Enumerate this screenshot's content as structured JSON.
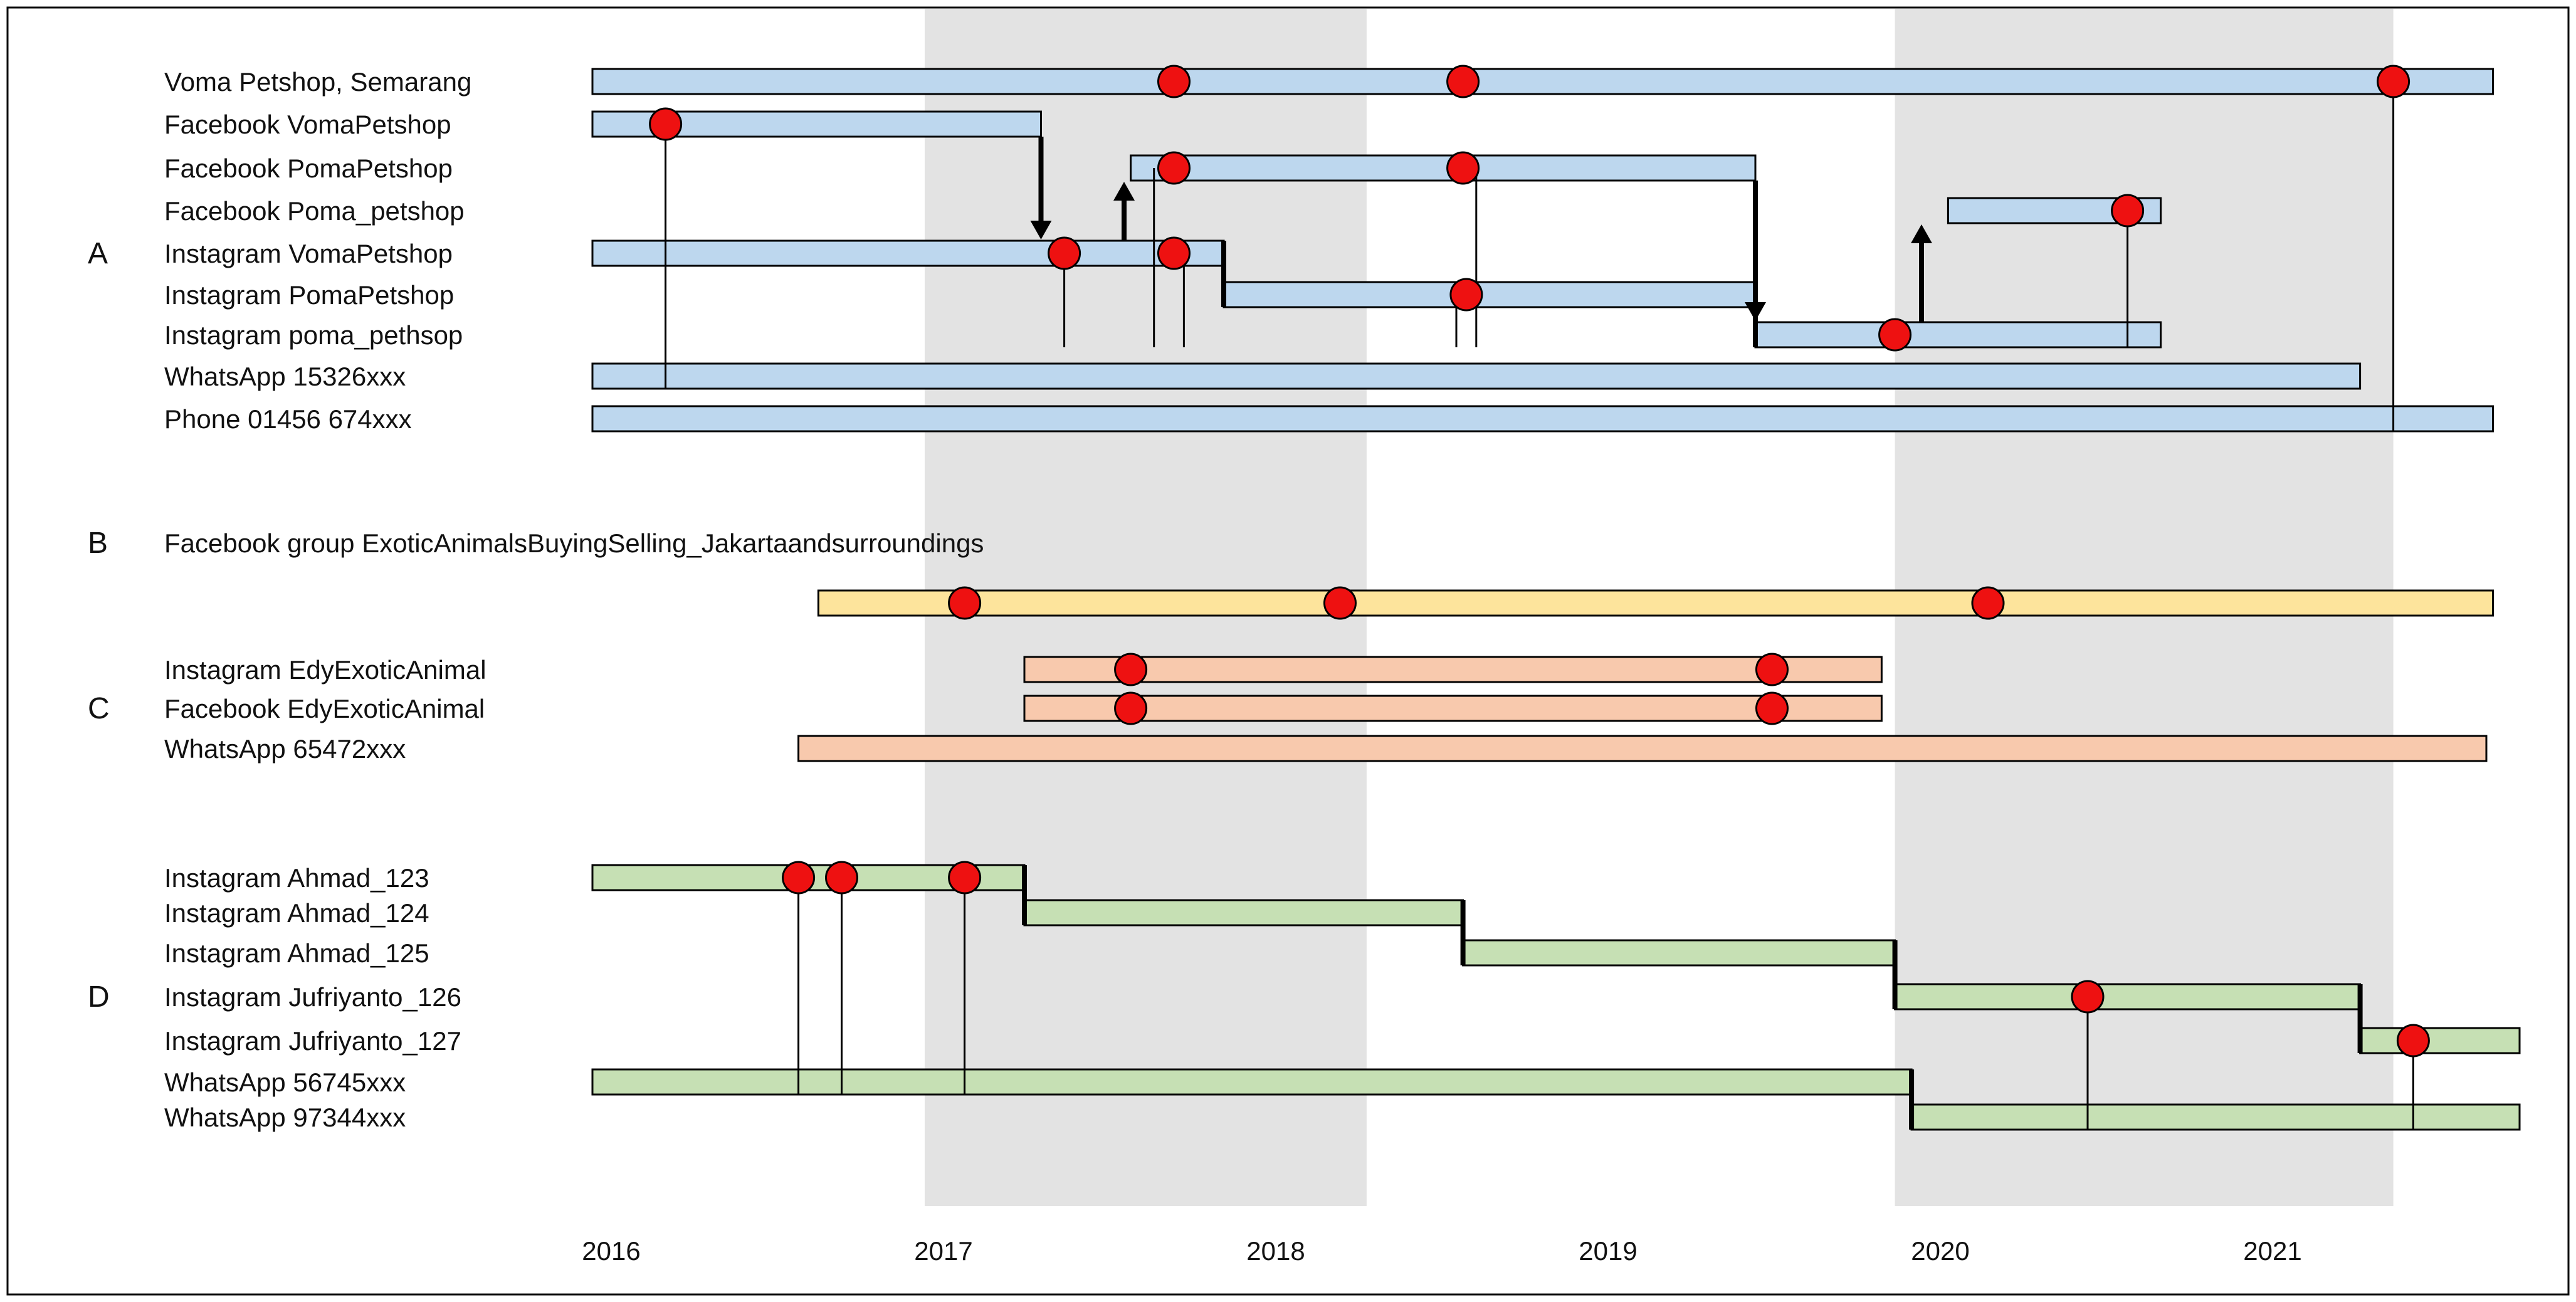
{
  "palette": {
    "group_A": "#bdd7ee",
    "group_B": "#fde49c",
    "group_C": "#f8c9ad",
    "group_D": "#c6e0b4",
    "marker": "#ee1111",
    "band": "#e3e3e3",
    "line": "#000000"
  },
  "axis": {
    "start": 2016.0,
    "end": 2021.8,
    "ticks": [
      "2016",
      "2017",
      "2018",
      "2019",
      "2020",
      "2021"
    ],
    "tick_values": [
      2016,
      2017,
      2018,
      2019,
      2020,
      2021
    ]
  },
  "shaded_periods": [
    {
      "from": 2017.0,
      "to": 2018.33
    },
    {
      "from": 2019.92,
      "to": 2021.42
    }
  ],
  "groups": [
    {
      "letter": "A",
      "color": "group_A",
      "label_row": 4,
      "accounts": [
        {
          "name": "Voma Petshop, Semarang",
          "from": 2016.0,
          "to": 2021.72,
          "events": [
            2017.75,
            2018.62,
            2021.42
          ]
        },
        {
          "name": "Facebook VomaPetshop",
          "from": 2016.0,
          "to": 2017.35,
          "events": [
            2016.22
          ]
        },
        {
          "name": "Facebook PomaPetshop",
          "from": 2017.62,
          "to": 2019.5,
          "events": [
            2017.75,
            2018.62
          ]
        },
        {
          "name": "Facebook Poma_petshop",
          "from": 2020.08,
          "to": 2020.72,
          "events": [
            2020.62
          ]
        },
        {
          "name": "Instagram VomaPetshop",
          "from": 2016.0,
          "to": 2017.9,
          "events": [
            2017.42,
            2017.75
          ]
        },
        {
          "name": "Instagram PomaPetshop",
          "from": 2017.9,
          "to": 2019.5,
          "events": [
            2018.63
          ]
        },
        {
          "name": "Instagram poma_pethsop",
          "from": 2019.5,
          "to": 2020.72,
          "events": [
            2019.92
          ]
        },
        {
          "name": "WhatsApp 15326xxx",
          "from": 2016.0,
          "to": 2021.32,
          "events": []
        },
        {
          "name": "Phone 01456 674xxx",
          "from": 2016.0,
          "to": 2021.72,
          "events": []
        }
      ]
    },
    {
      "letter": "B",
      "color": "group_B",
      "title": "Facebook group ExoticAnimalsBuyingSelling_Jakartaandsurroundings",
      "accounts": [
        {
          "name": "",
          "from": 2016.68,
          "to": 2021.72,
          "events": [
            2017.12,
            2018.25,
            2020.2
          ]
        }
      ]
    },
    {
      "letter": "C",
      "color": "group_C",
      "label_row": 1,
      "accounts": [
        {
          "name": "Instagram EdyExoticAnimal",
          "from": 2017.3,
          "to": 2019.88,
          "events": [
            2017.62,
            2019.55
          ]
        },
        {
          "name": "Facebook EdyExoticAnimal",
          "from": 2017.3,
          "to": 2019.88,
          "events": [
            2017.62,
            2019.55
          ]
        },
        {
          "name": "WhatsApp 65472xxx",
          "from": 2016.62,
          "to": 2021.7,
          "events": []
        }
      ]
    },
    {
      "letter": "D",
      "color": "group_D",
      "label_row": 3,
      "accounts": [
        {
          "name": "Instagram Ahmad_123",
          "from": 2016.0,
          "to": 2017.3,
          "events": [
            2016.62,
            2016.75,
            2017.12
          ]
        },
        {
          "name": "Instagram Ahmad_124",
          "from": 2017.3,
          "to": 2018.62,
          "events": []
        },
        {
          "name": "Instagram Ahmad_125",
          "from": 2018.62,
          "to": 2019.92,
          "events": []
        },
        {
          "name": "Instagram Jufriyanto_126",
          "from": 2019.92,
          "to": 2021.32,
          "events": [
            2020.5
          ]
        },
        {
          "name": "Instagram Jufriyanto_127",
          "from": 2021.32,
          "to": 2021.8,
          "events": [
            2021.48
          ]
        },
        {
          "name": "WhatsApp 56745xxx",
          "from": 2016.0,
          "to": 2019.97,
          "events": []
        },
        {
          "name": "WhatsApp 97344xxx",
          "from": 2019.97,
          "to": 2021.8,
          "events": []
        }
      ]
    }
  ],
  "connectors": [
    {
      "type": "arrow",
      "group": 0,
      "at": 2017.35,
      "from_row": 1,
      "to_row": 4
    },
    {
      "type": "arrow",
      "group": 0,
      "at": 2017.6,
      "from_row": 4,
      "to_row": 2
    },
    {
      "type": "arrow",
      "group": 0,
      "at": 2019.5,
      "from_row": 2,
      "to_row": 6
    },
    {
      "type": "arrow",
      "group": 0,
      "at": 2020.0,
      "from_row": 6,
      "to_row": 3
    },
    {
      "type": "step",
      "group": 0,
      "at": 2017.9,
      "from_row": 4,
      "to_row": 5
    },
    {
      "type": "step",
      "group": 0,
      "at": 2019.5,
      "from_row": 5,
      "to_row": 6
    },
    {
      "type": "drop",
      "group": 0,
      "at": 2016.22,
      "from_row": 1,
      "to_row": 7
    },
    {
      "type": "drop",
      "group": 0,
      "at": 2017.42,
      "from_row": 4,
      "to_row": 6
    },
    {
      "type": "drop",
      "group": 0,
      "at": 2017.69,
      "from_row": 2,
      "to_row": 6
    },
    {
      "type": "drop",
      "group": 0,
      "at": 2017.78,
      "from_row": 4,
      "to_row": 6
    },
    {
      "type": "drop",
      "group": 0,
      "at": 2018.6,
      "from_row": 5,
      "to_row": 6
    },
    {
      "type": "drop",
      "group": 0,
      "at": 2018.66,
      "from_row": 2,
      "to_row": 6
    },
    {
      "type": "drop",
      "group": 0,
      "at": 2020.62,
      "from_row": 3,
      "to_row": 6
    },
    {
      "type": "drop",
      "group": 0,
      "at": 2021.42,
      "from_row": 0,
      "to_row": 8
    },
    {
      "type": "step",
      "group": 3,
      "at": 2017.3,
      "from_row": 0,
      "to_row": 1
    },
    {
      "type": "step",
      "group": 3,
      "at": 2018.62,
      "from_row": 1,
      "to_row": 2
    },
    {
      "type": "step",
      "group": 3,
      "at": 2019.92,
      "from_row": 2,
      "to_row": 3
    },
    {
      "type": "step",
      "group": 3,
      "at": 2021.32,
      "from_row": 3,
      "to_row": 4
    },
    {
      "type": "step",
      "group": 3,
      "at": 2019.97,
      "from_row": 5,
      "to_row": 6
    },
    {
      "type": "drop",
      "group": 3,
      "at": 2016.62,
      "from_row": 0,
      "to_row": 5
    },
    {
      "type": "drop",
      "group": 3,
      "at": 2016.75,
      "from_row": 0,
      "to_row": 5
    },
    {
      "type": "drop",
      "group": 3,
      "at": 2017.12,
      "from_row": 0,
      "to_row": 5
    },
    {
      "type": "drop",
      "group": 3,
      "at": 2020.5,
      "from_row": 3,
      "to_row": 6
    },
    {
      "type": "drop",
      "group": 3,
      "at": 2021.48,
      "from_row": 4,
      "to_row": 6
    }
  ]
}
